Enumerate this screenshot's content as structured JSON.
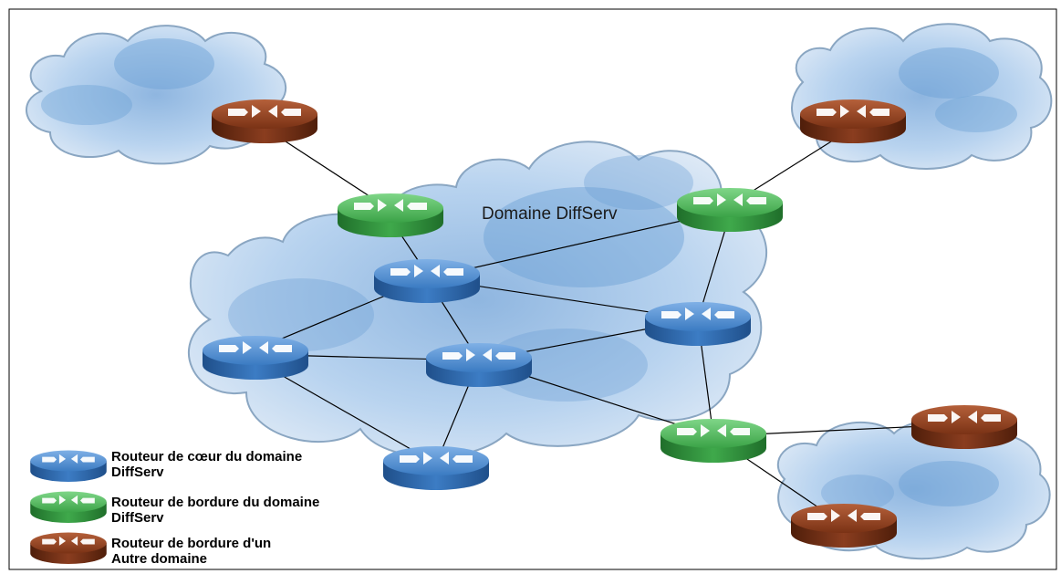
{
  "diagram": {
    "title": "Domaine DiffServ",
    "colors": {
      "core_router": "#3d7ec4",
      "edge_router": "#3fa94b",
      "other_domain_router": "#8a3d1f",
      "cloud_fill": "#bcd6ee",
      "cloud_shade": "#5d95cf",
      "link": "#000000"
    }
  },
  "legend": {
    "core": {
      "line1": "Routeur de cœur du domaine",
      "line2": "DiffServ",
      "icon": "core-router-icon"
    },
    "edge": {
      "line1": "Routeur de bordure du domaine",
      "line2": "DiffServ",
      "icon": "edge-router-icon"
    },
    "other": {
      "line1": "Routeur de bordure  d'un",
      "line2": "Autre domaine",
      "icon": "other-domain-router-icon"
    }
  }
}
